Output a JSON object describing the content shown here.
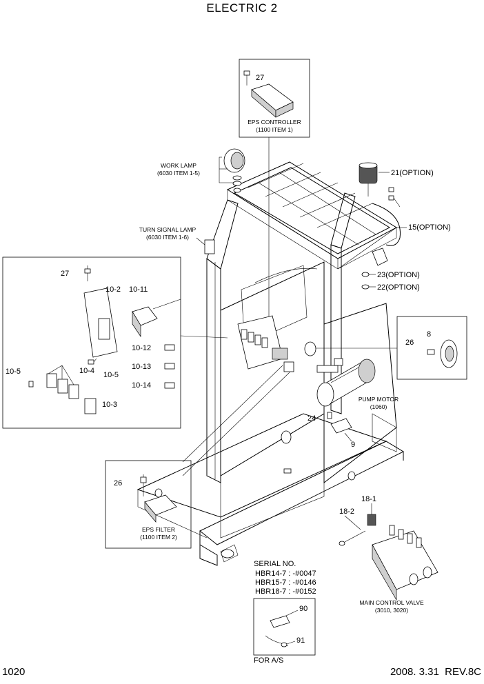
{
  "title": "ELECTRIC 2",
  "page_number": "1020",
  "date_revision": "2008. 3.31  REV.8C",
  "callouts": {
    "c27_top": "27",
    "eps_controller": "EPS CONTROLLER",
    "eps_controller_ref": "(1100 ITEM 1)",
    "work_lamp": "WORK LAMP",
    "work_lamp_ref": "(6030 ITEM 1-5)",
    "turn_signal": "TURN SIGNAL LAMP",
    "turn_signal_ref": "(6030 ITEM 1-6)",
    "c21": "21(OPTION)",
    "c15": "15(OPTION)",
    "c23": "23(OPTION)",
    "c22": "22(OPTION)",
    "c27_left": "27",
    "c10_2": "10-2",
    "c10_11": "10-11",
    "c10_12": "10-12",
    "c10_13": "10-13",
    "c10_14": "10-14",
    "c10_4": "10-4",
    "c10_5a": "10-5",
    "c10_5b": "10-5",
    "c10_3": "10-3",
    "c26_right": "26",
    "c8": "8",
    "pump_motor": "PUMP MOTOR",
    "pump_motor_ref": "(1060)",
    "c24": "24",
    "c9": "9",
    "c26_left": "26",
    "eps_filter": "EPS FILTER",
    "eps_filter_ref": "(1100 ITEM 2)",
    "c18_1": "18-1",
    "c18_2": "18-2",
    "main_valve": "MAIN CONTROL VALVE",
    "main_valve_ref": "(3010, 3020)",
    "c90": "90",
    "c91": "91",
    "for_as": "FOR A/S"
  },
  "serial": {
    "heading": "SERIAL NO.",
    "line1": "HBR14-7 : -#0047",
    "line2": "HBR15-7 : -#0146",
    "line3": "HBR18-7 : -#0152"
  }
}
